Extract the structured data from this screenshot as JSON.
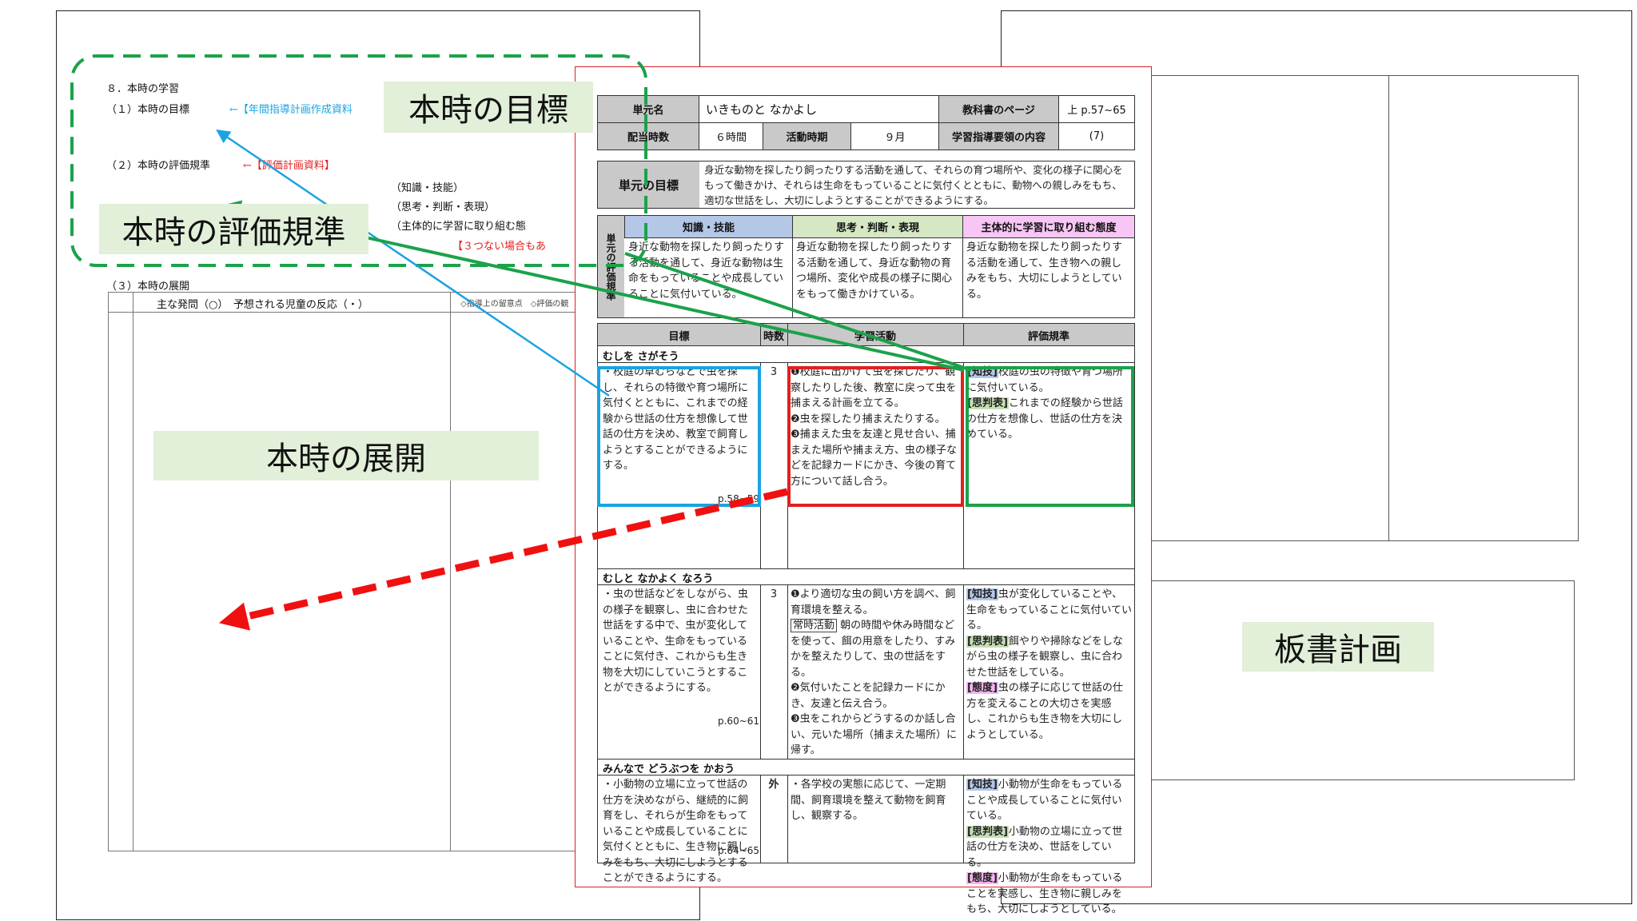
{
  "left_page": {
    "section_title": "８．本時の学習",
    "goal_line": "（１）本時の目標",
    "goal_ref": "←【年間指導計画作成資料",
    "eval_line": "（２）本時の評価規準",
    "eval_ref": "←【評価計画資料】",
    "criteria": [
      "（知識・技能）",
      "（思考・判断・表現）",
      "（主体的に学習に取り組む態"
    ],
    "criteria_note": "【３つない場合もあ",
    "dev_line": "（３）本時の展開",
    "dev_header_main": "主な発問（○）　予想される児童の反応（・）",
    "dev_header_side": "◇指導上の留意点　◇評価の観"
  },
  "callouts": {
    "goal": "本時の目標",
    "eval": "本時の評価規準",
    "development": "本時の展開",
    "board": "板書計画"
  },
  "plan": {
    "unit_label": "単元名",
    "unit_name": "いきものと なかよし",
    "textbook_label": "教科書のページ",
    "textbook_pages": "上 p.57~65",
    "hours_label": "配当時数",
    "hours": "６時間",
    "period_label": "活動時期",
    "period": "９月",
    "guideline_label": "学習指導要領の内容",
    "guideline": "(7)",
    "goal_label": "単元の目標",
    "goal_text": "身近な動物を探したり飼ったりする活動を通して、それらの育つ場所や、変化の様子に関心をもって働きかけ、それらは生命をもっていることに気付くとともに、動物への親しみをもち、適切な世話をし、大切にしようとすることができるようにする。",
    "criteria_label": "単元の評価規準",
    "criteria_heads": [
      "知識・技能",
      "思考・判断・表現",
      "主体的に学習に取り組む態度"
    ],
    "criteria_texts": [
      "身近な動物を探したり飼ったりする活動を通して、身近な動物は生命をもっていることや成長していることに気付いている。",
      "身近な動物を探したり飼ったりする活動を通して、身近な動物の育つ場所、変化や成長の様子に関心をもって働きかけている。",
      "身近な動物を探したり飼ったりする活動を通して、生き物への親しみをもち、大切にしようとしている。"
    ],
    "col_heads": [
      "目標",
      "時数",
      "学習活動",
      "評価規準"
    ],
    "sections": [
      {
        "title": "むしを さがそう",
        "goal": "・校庭の草むらなどで虫を探し、それらの特徴や育つ場所に気付くとともに、これまでの経験から世話の仕方を想像して世話の仕方を決め、教室で飼育しようとすることができるようにする。",
        "pages": "p.58~59",
        "hours": "3",
        "activity_1": "❶校庭に出かけて虫を探したり、観察したりした後、教室に戻って虫を捕まえる計画を立てる。",
        "activity_2": "❷虫を探したり捕まえたりする。",
        "activity_3": "❸捕まえた虫を友達と見せ合い、捕まえた場所や捕まえ方、虫の様子などを記録カードにかき、今後の育て方について話し合う。",
        "tag_1": "[知技]",
        "eval_1": "校庭の虫の特徴や育つ場所に気付いている。",
        "tag_2": "[思判表]",
        "eval_2": "これまでの経験から世話の仕方を想像し、世話の仕方を決めている。"
      },
      {
        "title": "むしと なかよく なろう",
        "goal": "・虫の世話などをしながら、虫の様子を観察し、虫に合わせた世話をする中で、虫が変化していることや、生命をもっていることに気付き、これからも生き物を大切にしていこうとすることができるようにする。",
        "pages": "p.60~61",
        "hours": "3",
        "activity_1": "❶より適切な虫の飼い方を調べ、飼育環境を整える。",
        "routine": "常時活動",
        "activity_routine": " 朝の時間や休み時間などを使って、餌の用意をしたり、すみかを整えたりして、虫の世話をする。",
        "activity_2": "❷気付いたことを記録カードにかき、友達と伝え合う。",
        "activity_3": "❸虫をこれからどうするのか話し合い、元いた場所（捕まえた場所）に帰す。",
        "tag_1": "[知技]",
        "eval_1": "虫が変化していることや、生命をもっていることに気付いている。",
        "tag_2": "[思判表]",
        "eval_2": "餌やりや掃除などをしながら虫の様子を観察し、虫に合わせた世話をしている。",
        "tag_3": "[態度]",
        "eval_3": "虫の様子に応じて世話の仕方を変えることの大切さを実感し、これからも生き物を大切にしようとしている。"
      },
      {
        "title": "みんなで どうぶつを かおう",
        "goal": "・小動物の立場に立って世話の仕方を決めながら、継続的に飼育をし、それらが生命をもっていることや成長していることに気付くとともに、生き物に親しみをもち、大切にしようとすることができるようにする。",
        "pages": "p.64~65",
        "hours": "外",
        "activity_1": "・各学校の実態に応じて、一定期間、飼育環境を整えて動物を飼育し、観察する。",
        "tag_1": "[知技]",
        "eval_1": "小動物が生命をもっていることや成長していることに気付いている。",
        "tag_2": "[思判表]",
        "eval_2": "小動物の立場に立って世話の仕方を決め、世話をしている。",
        "tag_3": "[態度]",
        "eval_3": "小動物が生命をもっていることを実感し、生き物に親しみをもち、大切にしようとしている。"
      }
    ]
  },
  "colors": {
    "green_dash": "#1ba24a",
    "blue_arrow": "#1aa3e0",
    "red_arrow": "#f01010",
    "callout_bg": "#e2efd9",
    "head_knowledge": "#b4c7e7",
    "head_thinking": "#d6e7c4",
    "head_attitude": "#f7c6f5"
  }
}
